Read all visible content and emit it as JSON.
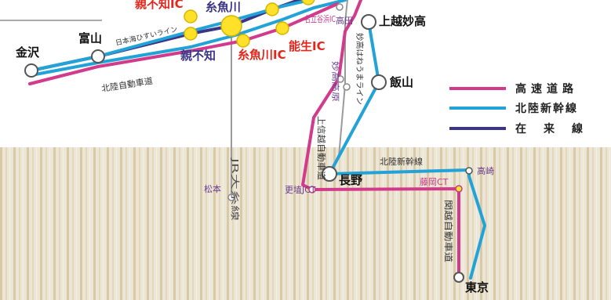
{
  "map": {
    "legend": {
      "highway": "高速道路",
      "shinkansen": "北陸新幹線",
      "conventional": "在来線"
    },
    "colors": {
      "highway": "#d23a8c",
      "shinkansen": "#22a3d8",
      "conventional": "#3b3586",
      "station_label": "#111111",
      "ic_label": "#e3261b",
      "secondary_label": "#6a3d8d",
      "station_fill": "#ffffff",
      "ic_fill": "#ffe12a",
      "ground": "#ece6d6"
    },
    "stations": {
      "kanazawa": "金沢",
      "toyama": "富山",
      "itoigawa": "糸魚川",
      "oyashirazu": "親不知",
      "joetsu_myoko": "上越妙高",
      "iiyama": "飯山",
      "nagano": "長野",
      "tokyo": "東京",
      "matsumoto": "松本",
      "takasaki": "高崎",
      "takada": "高田",
      "myoko_kogen": "妙高高原"
    },
    "interchanges": {
      "oyashirazu_ic": "親不知IC",
      "itoigawa_ic": "糸魚川IC",
      "nou_ic": "能生IC",
      "nadachi_ic": "名立谷浜IC",
      "koshoku_jct": "更埴JCT",
      "fujioka_ct": "藤岡CT"
    },
    "routes": {
      "hokuriku_expressway": "北陸自動車道",
      "nihonkai_hisui_line": "日本海ひすいライン",
      "jr_oito_line": "JR大糸線",
      "myoko_haneuma_line": "妙高はねうまライン",
      "joshinetsu_expressway": "上信越自動車道",
      "hokuriku_shinkansen": "北陸新幹線",
      "kanetsu_expressway": "関越自動車道"
    }
  }
}
